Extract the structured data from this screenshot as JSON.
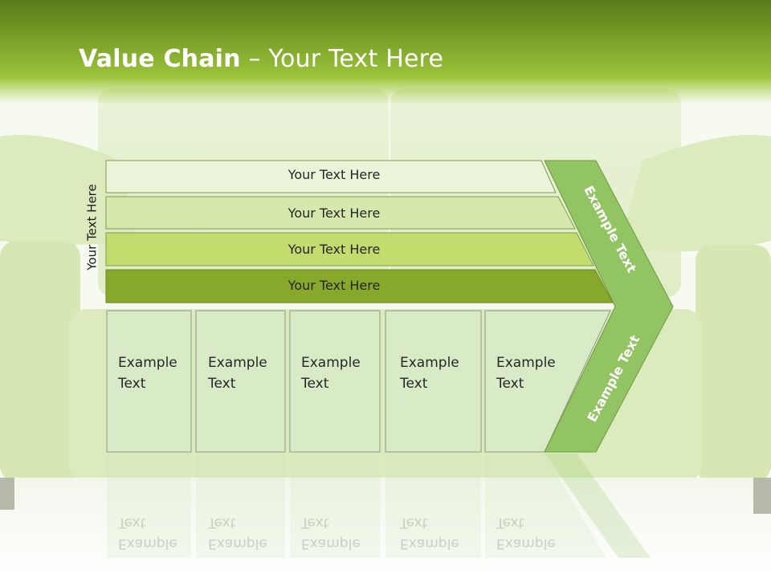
{
  "slide": {
    "title_bold": "Value Chain",
    "title_dash": " – ",
    "title_rest": "Your Text Here",
    "side_label": "Your Text Here"
  },
  "bands": [
    {
      "label": "Your Text Here"
    },
    {
      "label": "Your Text Here"
    },
    {
      "label": "Your Text Here"
    },
    {
      "label": "Your Text Here"
    }
  ],
  "columns": [
    {
      "line1": "Example",
      "line2": "Text"
    },
    {
      "line1": "Example",
      "line2": "Text"
    },
    {
      "line1": "Example",
      "line2": "Text"
    },
    {
      "line1": "Example",
      "line2": "Text"
    },
    {
      "line1": "Example",
      "line2": "Text"
    }
  ],
  "arrow": {
    "upper_text": "Example Text",
    "lower_text": "Example Text"
  },
  "colors": {
    "header_dark": "#5d7d1a",
    "header_light": "#9cc63a",
    "band1": "#eaf4d8",
    "band2": "#d6e9ad",
    "band3": "#c2dc6e",
    "band4": "#88a82c",
    "column": "#d8ebc6",
    "arrow": "#93c463"
  }
}
